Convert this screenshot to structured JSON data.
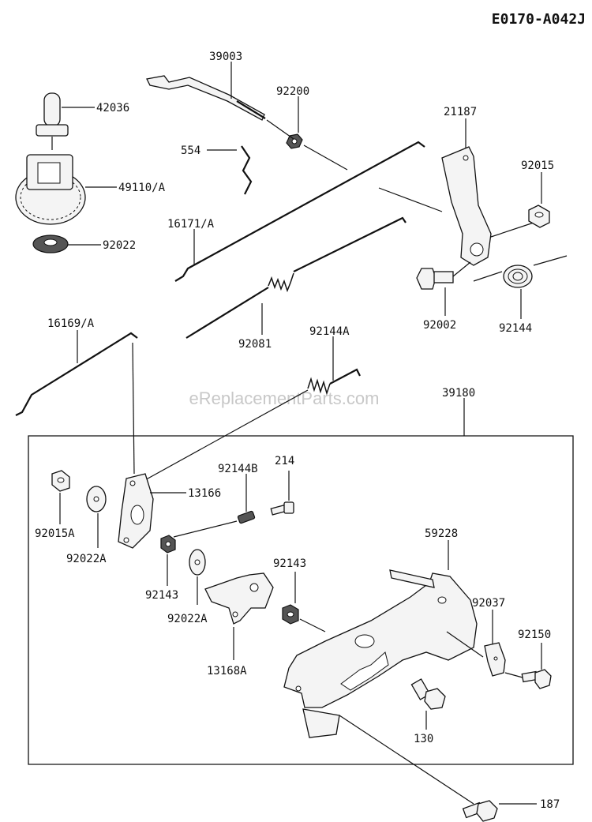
{
  "diagram": {
    "code": "E0170-A042J",
    "watermark": "eReplacementParts.com",
    "labels": {
      "p39003": "39003",
      "p92200": "92200",
      "p42036": "42036",
      "p21187": "21187",
      "p554": "554",
      "p92015": "92015",
      "p49110A": "49110/A",
      "p16171A": "16171/A",
      "p92022": "92022",
      "p92081": "92081",
      "p92002": "92002",
      "p92144": "92144",
      "p16169A": "16169/A",
      "p92144A": "92144A",
      "p39180": "39180",
      "p214": "214",
      "p92144B": "92144B",
      "p13166": "13166",
      "p92015A": "92015A",
      "p92022A_1": "92022A",
      "p92143_1": "92143",
      "p92022A_2": "92022A",
      "p59228": "59228",
      "p92143_2": "92143",
      "p92037": "92037",
      "p92150": "92150",
      "p13168A": "13168A",
      "p130": "130",
      "p187": "187"
    }
  }
}
